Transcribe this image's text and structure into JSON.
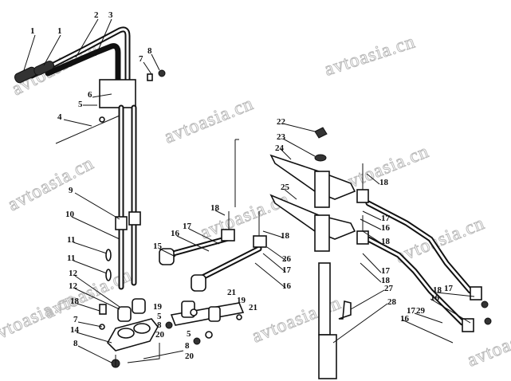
{
  "watermark": "avtoasia.cn",
  "labels": [
    "1",
    "1",
    "2",
    "3",
    "7",
    "8",
    "6",
    "5",
    "4",
    "9",
    "10",
    "11",
    "11",
    "12",
    "12",
    "18",
    "7",
    "14",
    "8",
    "15",
    "16",
    "17",
    "18",
    "18",
    "26",
    "17",
    "16",
    "19",
    "5",
    "8",
    "20",
    "5",
    "8",
    "20",
    "21",
    "19",
    "21",
    "22",
    "23",
    "24",
    "25",
    "18",
    "17",
    "16",
    "18",
    "17",
    "18",
    "27",
    "28",
    "18",
    "17",
    "16",
    "17",
    "29",
    "16"
  ]
}
